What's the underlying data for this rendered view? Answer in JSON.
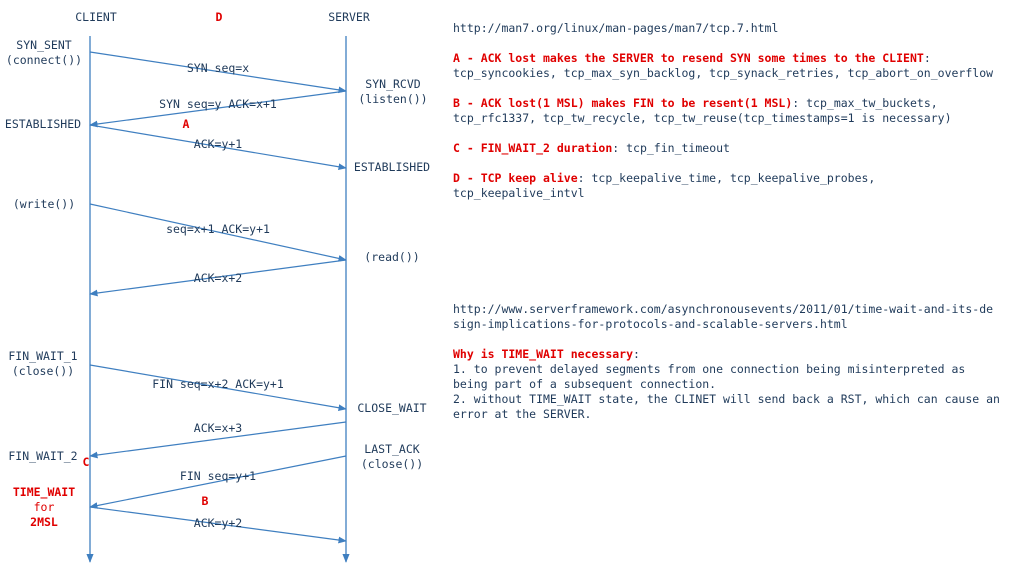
{
  "columns": {
    "client": "CLIENT",
    "server": "SERVER",
    "marker_d": "D"
  },
  "client_states": {
    "syn_sent": "SYN_SENT\n(connect())",
    "established": "ESTABLISHED",
    "write": "(write())",
    "fin_wait_1": "FIN_WAIT_1\n(close())",
    "fin_wait_2": "FIN_WAIT_2",
    "time_wait": "TIME_WAIT",
    "for": "for",
    "two_msl": "2MSL"
  },
  "server_states": {
    "syn_rcvd": "SYN_RCVD\n(listen())",
    "established": "ESTABLISHED",
    "read": "(read())",
    "close_wait": "CLOSE_WAIT",
    "last_ack": "LAST_ACK\n(close())"
  },
  "messages": [
    "SYN seq=x",
    "SYN seq=y ACK=x+1",
    "ACK=y+1",
    "seq=x+1 ACK=y+1",
    "ACK=x+2",
    "FIN seq=x+2 ACK=y+1",
    "ACK=x+3",
    "FIN seq=y+1",
    "ACK=y+2"
  ],
  "markers": {
    "a": "A",
    "b": "B",
    "c": "C"
  },
  "notes": {
    "url1": "http://man7.org/linux/man-pages/man7/tcp.7.html",
    "a_title": "A - ACK lost makes the SERVER to resend SYN some times to the CLIENT",
    "a_colon": ":",
    "a_body": "tcp_syncookies, tcp_max_syn_backlog, tcp_synack_retries, tcp_abort_on_overflow",
    "b_title": "B - ACK lost(1 MSL) makes FIN to be resent(1 MSL)",
    "b_colon": ":",
    "b_body": " tcp_max_tw_buckets, tcp_rfc1337, tcp_tw_recycle, tcp_tw_reuse(tcp_timestamps=1 is necessary)",
    "c_title": "C - FIN_WAIT_2 duration",
    "c_colon": ":",
    "c_body": " tcp_fin_timeout",
    "d_title": "D - TCP keep alive",
    "d_colon": ":",
    "d_body": " tcp_keepalive_time, tcp_keepalive_probes, tcp_keepalive_intvl",
    "url2": "http://www.serverframework.com/asynchronousevents/2011/01/time-wait-and-its-design-implications-for-protocols-and-scalable-servers.html",
    "why_title": "Why is TIME_WAIT necessary",
    "why_colon": ":",
    "why_1": "1. to prevent delayed segments from one connection being misinterpreted as being part of a subsequent connection.",
    "why_2": "2. without TIME_WAIT state, the CLINET will send back a RST, which can cause an error at the SERVER."
  },
  "colors": {
    "line": "#3f7fc0",
    "text": "#1f3a5a",
    "accent": "#e00000"
  }
}
